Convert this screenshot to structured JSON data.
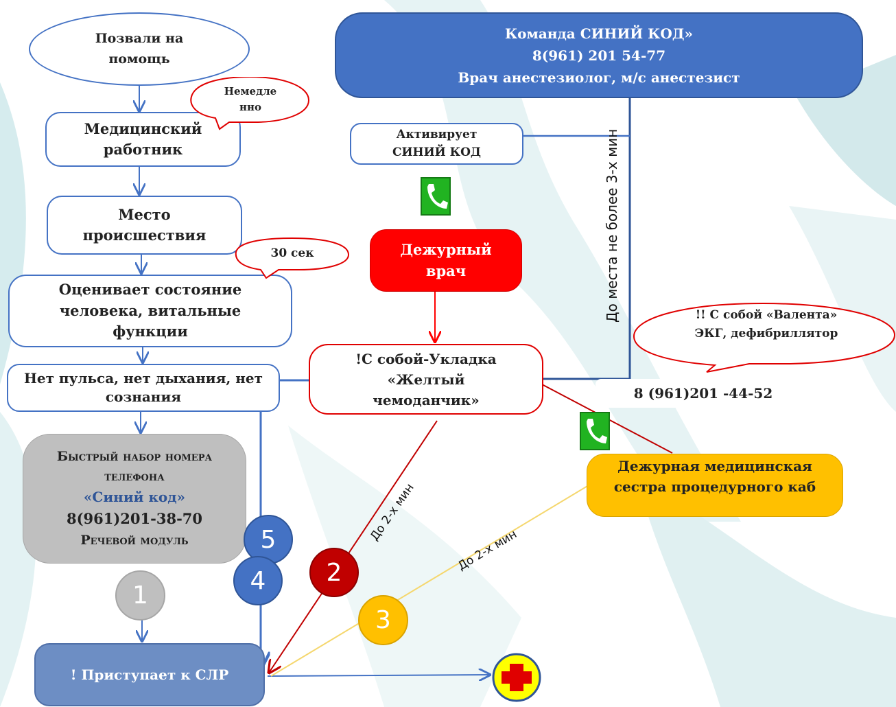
{
  "nodes": {
    "call_help": "Позвали на помощь",
    "medic": "Медицинский работник",
    "place": "Место происшествия",
    "assess": "Оценивает состояние человека, витальные функции",
    "no_pulse": "Нет пульса, нет дыхания, нет сознания",
    "quick_dial_line1": "Быстрый набор номера телефона",
    "quick_dial_code": "«Синий код»",
    "quick_dial_phone": "8(961)201-38-70",
    "quick_dial_line2": "Речевой модуль",
    "cpr": "! Приступает  к СЛР",
    "team_title": "Команда СИНИЙ КОД»",
    "team_phone": "8(961) 201 54-77",
    "team_members": "Врач анестезиолог, м/с анестезист",
    "activates": "Активирует СИНИЙ КОД",
    "duty_doctor": "Дежурный врач",
    "kit": "!С собой-Укладка «Желтый чемоданчик»",
    "nurse": "Дежурная медицинская сестра процедурного каб",
    "nurse_phone": "8 (961)201 -44-52"
  },
  "callouts": {
    "immediately": "Немедле нно",
    "seconds": "30 сек",
    "equipment": "!! С собой «Валента» ЭКГ, дефибриллятор"
  },
  "edge_labels": {
    "team_travel": "До места не более  3-х мин",
    "doctor_travel": "До 2-х мин",
    "nurse_travel": "До 2-х мин"
  },
  "steps": [
    "1",
    "2",
    "3",
    "4",
    "5"
  ],
  "icons": {
    "phone": "phone-handset-icon",
    "first_aid": "first-aid-cross-icon"
  },
  "colors": {
    "blue": "#4472c4",
    "red": "#ff0000",
    "dark_red": "#c00000",
    "yellow": "#ffc000",
    "gray": "#bfbfbf",
    "slate": "#6d8ec4",
    "teal_bg": "#d6ecee"
  }
}
